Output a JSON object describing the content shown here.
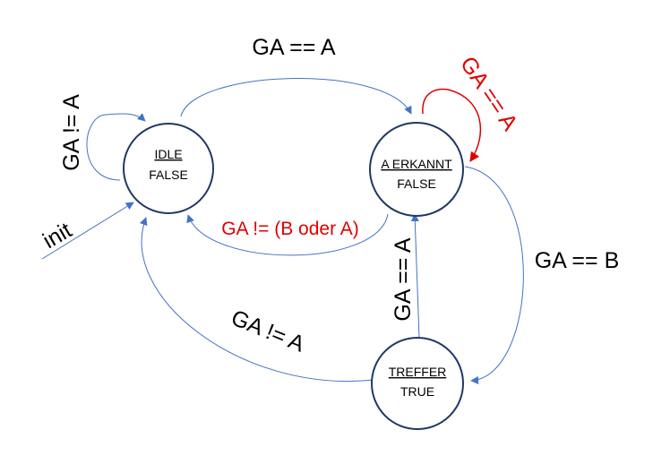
{
  "colors": {
    "state_stroke": "#1f3864",
    "arrow": "#4472c4",
    "highlight": "#e00000",
    "text": "#000000"
  },
  "states": {
    "idle": {
      "name": "IDLE",
      "output": "FALSE"
    },
    "a_erkannt": {
      "name": "A ERKANNT",
      "output": "FALSE"
    },
    "treffer": {
      "name": "TREFFER",
      "output": "TRUE"
    }
  },
  "transitions": {
    "init": "init",
    "idle_self": "GA != A",
    "idle_to_a": "GA == A",
    "a_self": "GA == A",
    "a_to_idle": "GA != (B oder A)",
    "a_to_treffer": "GA == B",
    "treffer_to_a": "GA == A",
    "treffer_to_idle": "GA != A"
  }
}
